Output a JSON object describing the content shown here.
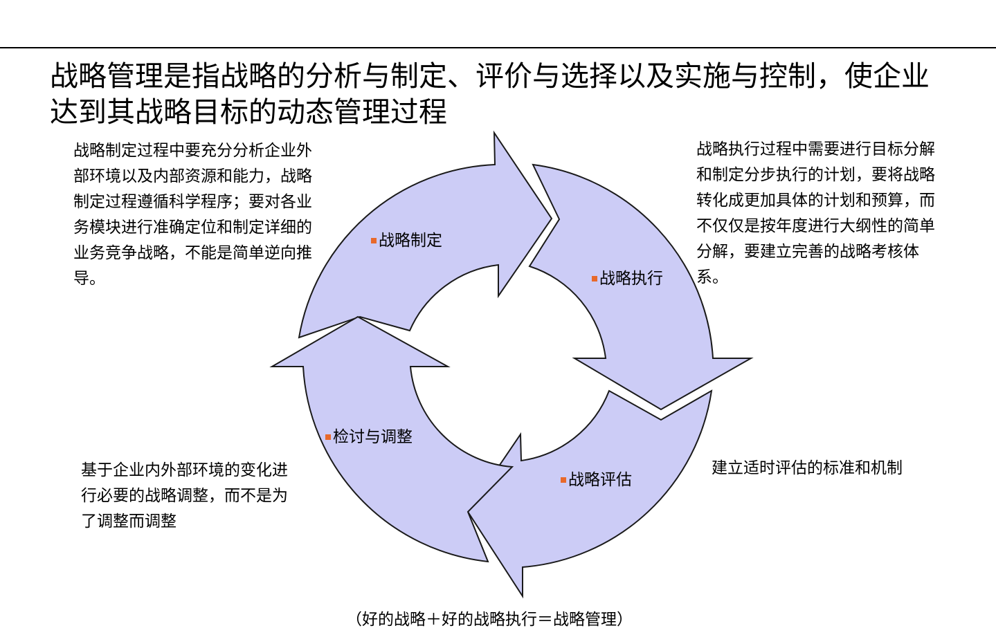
{
  "title": "战略管理是指战略的分析与制定、评价与选择以及实施与控制，使企业达到其战略目标的动态管理过程",
  "notes": {
    "formulation": "战略制定过程中要充分分析企业外部环境以及内部资源和能力，战略制定过程遵循科学程序；要对各业务模块进行准确定位和制定详细的业务竞争战略，不能是简单逆向推导。",
    "execution": "战略执行过程中需要进行目标分解和制定分步执行的计划，要将战略转化成更加具体的计划和预算，而不仅仅是按年度进行大纲性的简单分解，要建立完善的战略考核体系。",
    "review": "基于企业内外部环境的变化进行必要的战略调整，而不是为了调整而调整",
    "evaluation": "建立适时评估的标准和机制"
  },
  "cycle": {
    "stages": [
      {
        "label": "战略制定"
      },
      {
        "label": "战略执行"
      },
      {
        "label": "战略评估"
      },
      {
        "label": "检讨与调整"
      }
    ],
    "arrow_fill": "#ccccf6",
    "arrow_stroke": "#1a1a1a",
    "bullet_color": "#e8692b"
  },
  "formula": "（好的战略＋好的战略执行＝战略管理）"
}
